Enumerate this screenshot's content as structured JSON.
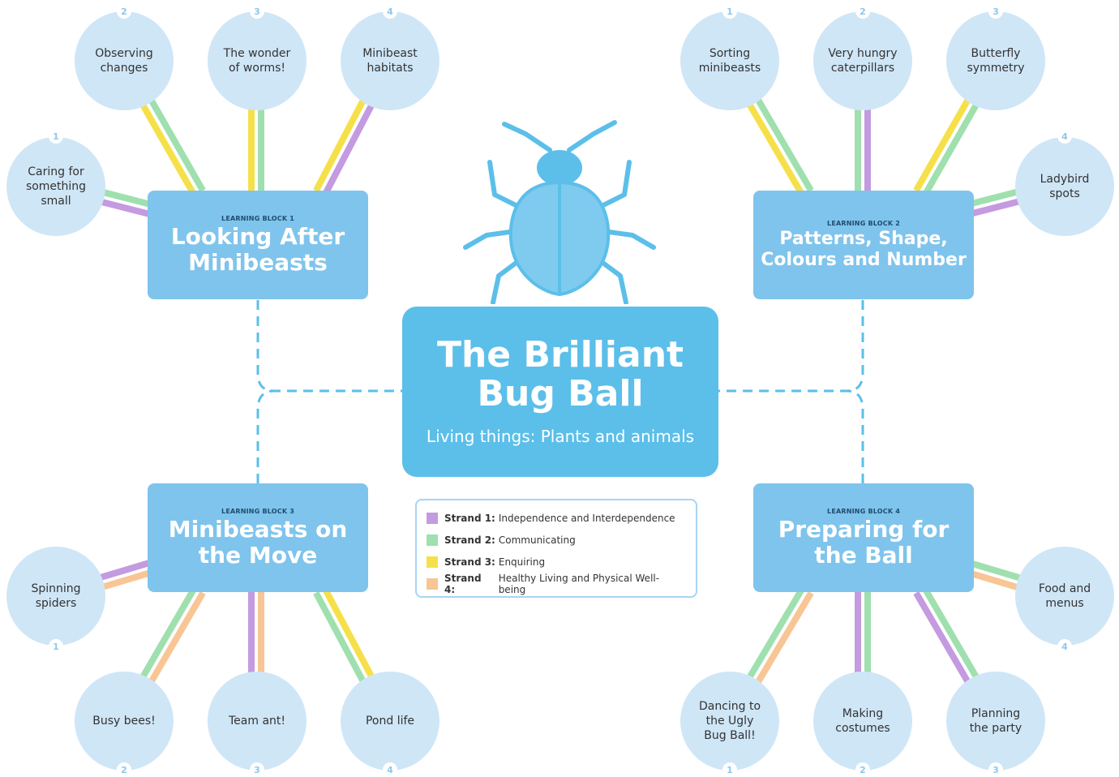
{
  "center": {
    "title": "The Brilliant Bug Ball",
    "subtitle": "Living things: Plants and animals"
  },
  "colors": {
    "strand1": "#c49ae0",
    "strand2": "#9fe0ae",
    "strand3": "#f6e04a",
    "strand4": "#f8c594",
    "block": "#7fc4ec",
    "center": "#5bbfe9",
    "circle": "#cfe6f7",
    "bug": "#5bbfe9"
  },
  "legend": [
    {
      "strand": "Strand 1:",
      "text": "Independence and Interdependence",
      "color": "#c49ae0"
    },
    {
      "strand": "Strand 2:",
      "text": "Communicating",
      "color": "#9fe0ae"
    },
    {
      "strand": "Strand 3:",
      "text": "Enquiring",
      "color": "#f6e04a"
    },
    {
      "strand": "Strand 4:",
      "text": "Healthy Living and Physical Well-being",
      "color": "#f8c594"
    }
  ],
  "blocks": [
    {
      "label": "LEARNING BLOCK 1",
      "title": "Looking After Minibeasts",
      "sessions": [
        {
          "num": "1",
          "label": "Caring for something small",
          "strands": [
            2,
            1
          ]
        },
        {
          "num": "2",
          "label": "Observing changes",
          "strands": [
            2,
            3
          ]
        },
        {
          "num": "3",
          "label": "The wonder of worms!",
          "strands": [
            2,
            3
          ]
        },
        {
          "num": "4",
          "label": "Minibeast habitats",
          "strands": [
            1,
            3
          ]
        }
      ]
    },
    {
      "label": "LEARNING BLOCK 2",
      "title": "Patterns, Shape, Colours and Number",
      "sessions": [
        {
          "num": "1",
          "label": "Sorting minibeasts",
          "strands": [
            2,
            3
          ]
        },
        {
          "num": "2",
          "label": "Very hungry caterpillars",
          "strands": [
            1,
            2
          ]
        },
        {
          "num": "3",
          "label": "Butterfly symmetry",
          "strands": [
            2,
            3
          ]
        },
        {
          "num": "4",
          "label": "Ladybird spots",
          "strands": [
            1,
            2
          ]
        }
      ]
    },
    {
      "label": "LEARNING BLOCK 3",
      "title": "Minibeasts on the Move",
      "sessions": [
        {
          "num": "1",
          "label": "Spinning spiders",
          "strands": [
            1,
            4
          ]
        },
        {
          "num": "2",
          "label": "Busy bees!",
          "strands": [
            2,
            4
          ]
        },
        {
          "num": "3",
          "label": "Team ant!",
          "strands": [
            1,
            4
          ]
        },
        {
          "num": "4",
          "label": "Pond life",
          "strands": [
            2,
            3
          ]
        }
      ]
    },
    {
      "label": "LEARNING BLOCK 4",
      "title": "Preparing for the Ball",
      "sessions": [
        {
          "num": "1",
          "label": "Dancing to the Ugly Bug Ball!",
          "strands": [
            2,
            4
          ]
        },
        {
          "num": "2",
          "label": "Making costumes",
          "strands": [
            1,
            2
          ]
        },
        {
          "num": "3",
          "label": "Planning the party",
          "strands": [
            1,
            2
          ]
        },
        {
          "num": "4",
          "label": "Food and menus",
          "strands": [
            4,
            2
          ]
        }
      ]
    }
  ]
}
